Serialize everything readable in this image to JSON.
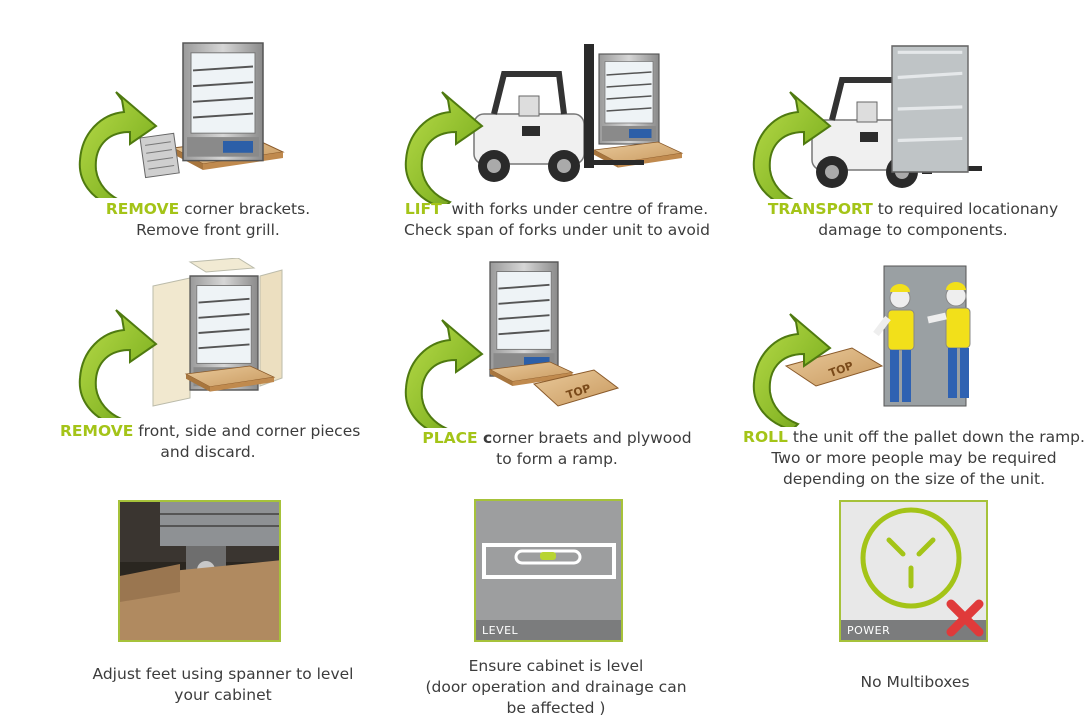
{
  "steps": [
    {
      "keyword": "REMOVE",
      "line1": " corner brackets.",
      "line2": "Remove front grill.",
      "line3": ""
    },
    {
      "keyword": "LIFT",
      "line1": "  with forks under centre of frame.",
      "line2": "Check span of forks under unit to avoid",
      "line3": ""
    },
    {
      "keyword": "TRANSPORT",
      "line1": " to required locationany",
      "line2": "damage to components.",
      "line3": ""
    },
    {
      "keyword": "REMOVE",
      "line1": " front, side and corner pieces",
      "line2": "and discard.",
      "line3": ""
    },
    {
      "keyword": "PLACE",
      "keyword2": " c",
      "line1": "orner braets and plywood",
      "line2": "to form a ramp.",
      "line3": ""
    },
    {
      "keyword": "ROLL",
      "line1": " the unit off the pallet down the ramp.",
      "line2": "Two or more people may be required",
      "line3": "depending on the size of the unit."
    }
  ],
  "bottom": [
    {
      "caption_line1": "Adjust feet using spanner to level",
      "caption_line2": "your cabinet",
      "caption_line3": "",
      "tag": ""
    },
    {
      "caption_line1": "Ensure cabinet is level",
      "caption_line2": "(door operation and drainage can",
      "caption_line3": "be affected )",
      "tag": "LEVEL"
    },
    {
      "caption_line1": "No Multiboxes",
      "caption_line2": "",
      "caption_line3": "",
      "tag": "POWER"
    }
  ],
  "ramp_label": "TOP",
  "icons": [
    "curved-arrow-icon",
    "level-icon",
    "power-socket-icon",
    "cross-icon"
  ],
  "colors": {
    "accent": "#a4c418",
    "arrow": "#8cbb2a",
    "text": "#3c3c3c",
    "photo_border": "#a6c23a"
  }
}
